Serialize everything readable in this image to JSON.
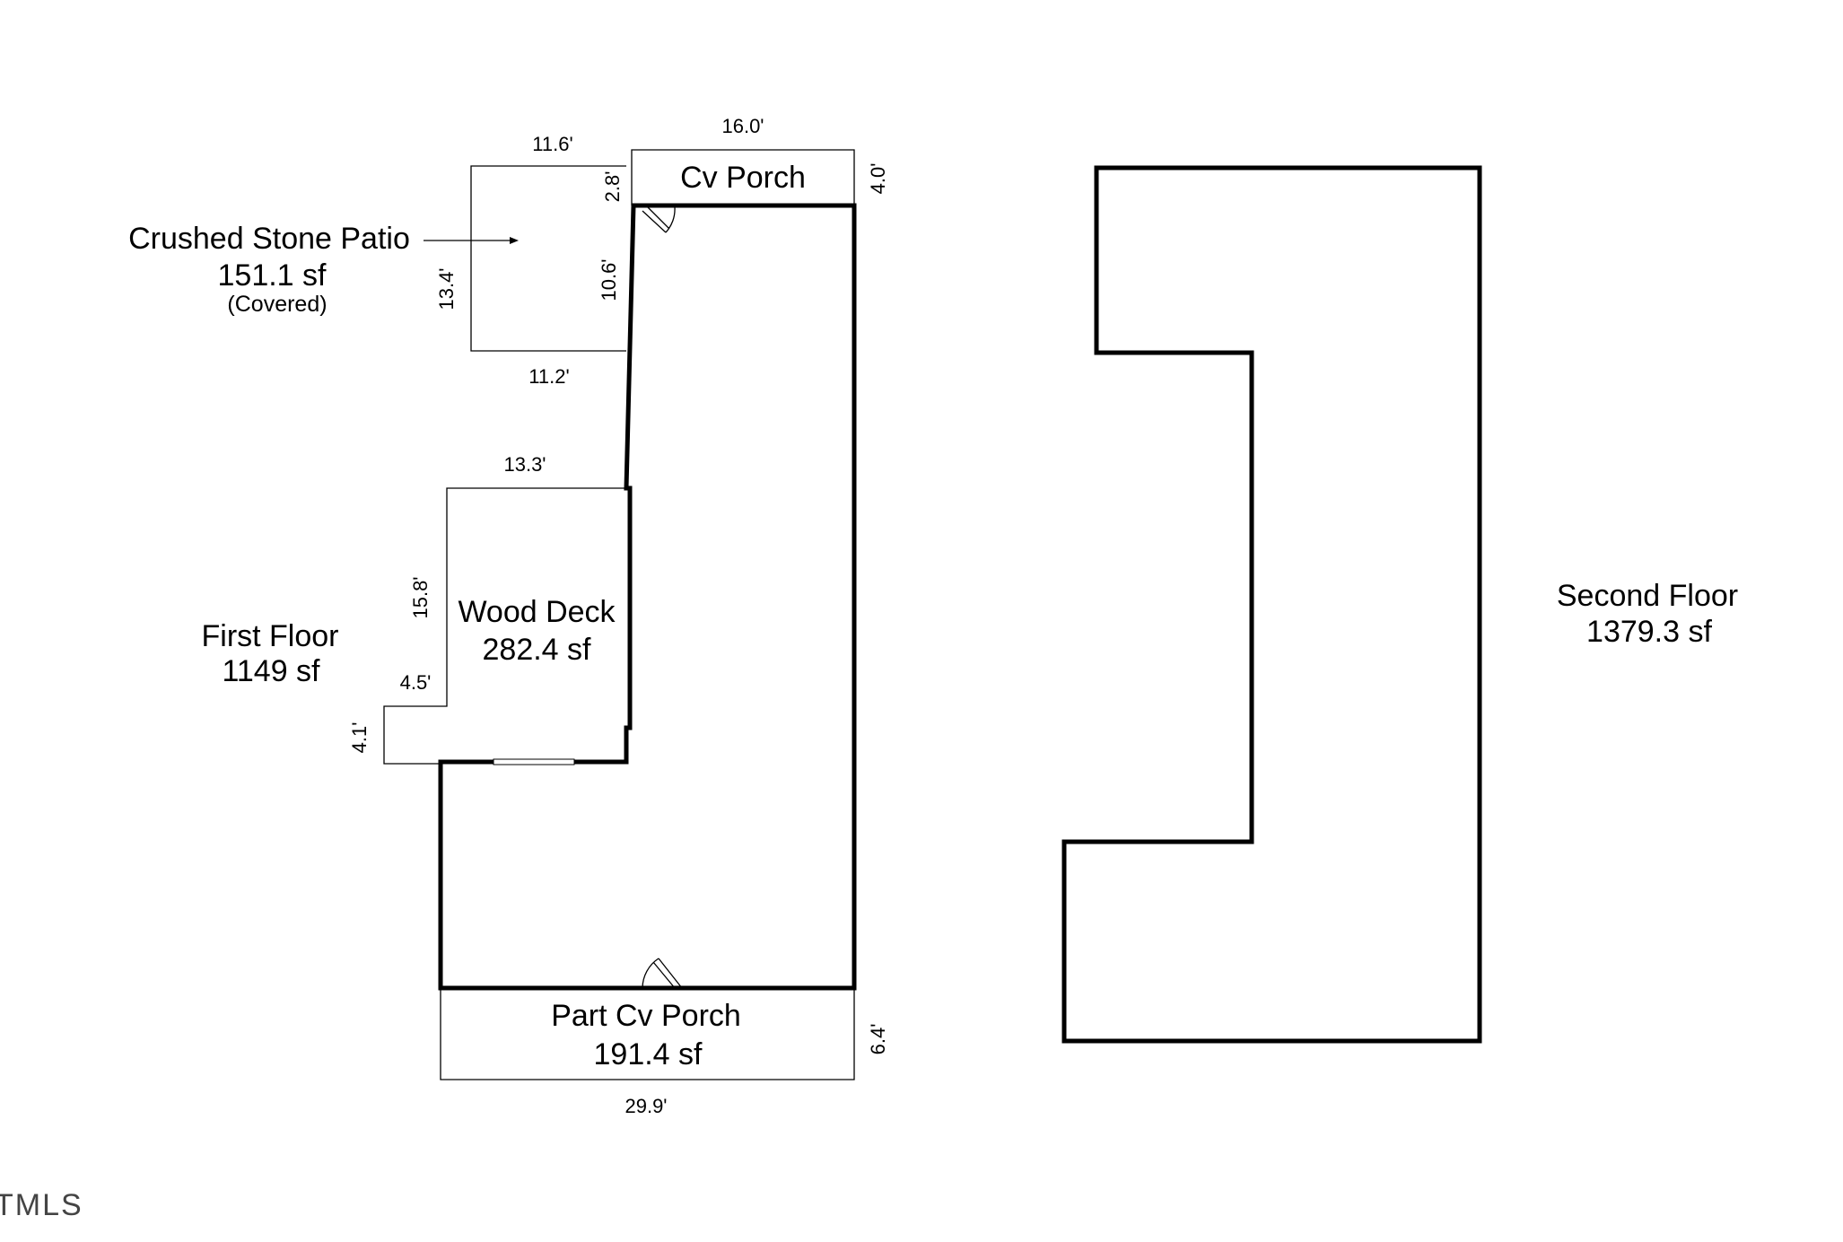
{
  "colors": {
    "line": "#000000",
    "text": "#000000",
    "area_label": "#1f4e8c"
  },
  "first_floor": {
    "label": "First Floor",
    "area": "1149 sf"
  },
  "second_floor": {
    "label": "Second Floor",
    "area": "1379.3 sf"
  },
  "patio": {
    "name": "Crushed Stone Patio",
    "area": "151.1 sf",
    "note": "(Covered)",
    "dims": {
      "top": "11.6'",
      "bottom": "11.2'",
      "left": "13.4'",
      "right_upper": "2.8'",
      "right_lower": "10.6'"
    }
  },
  "cv_porch": {
    "name": "Cv Porch",
    "dims": {
      "top": "16.0'",
      "right": "4.0'"
    }
  },
  "wood_deck": {
    "name": "Wood Deck",
    "area": "282.4 sf",
    "dims": {
      "top": "13.3'",
      "left": "15.8'",
      "step_top": "4.5'",
      "step_side": "4.1'"
    }
  },
  "part_cv_porch": {
    "name": "Part Cv Porch",
    "area": "191.4 sf",
    "dims": {
      "bottom": "29.9'",
      "right": "6.4'"
    }
  },
  "logo": {
    "text": "TMLS"
  }
}
